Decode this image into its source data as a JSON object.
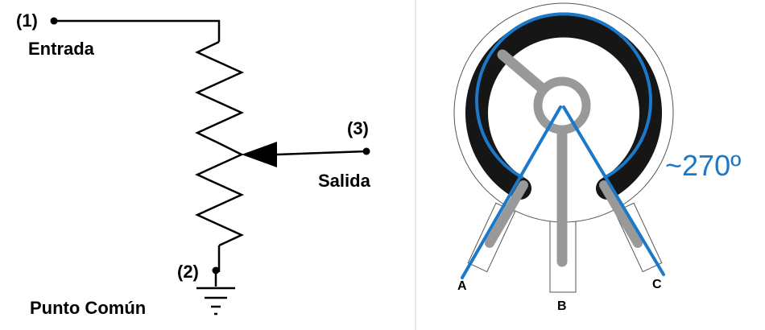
{
  "schematic": {
    "input": {
      "number": "(1)",
      "label": "Entrada"
    },
    "output": {
      "number": "(3)",
      "label": "Salida"
    },
    "common": {
      "number": "(2)",
      "label": "Punto Común"
    }
  },
  "physical": {
    "angle_label": "~270º",
    "pins": [
      "A",
      "B",
      "C"
    ],
    "colors": {
      "blue": "#1c78c8",
      "gray": "#999999",
      "track": "#161616"
    }
  }
}
